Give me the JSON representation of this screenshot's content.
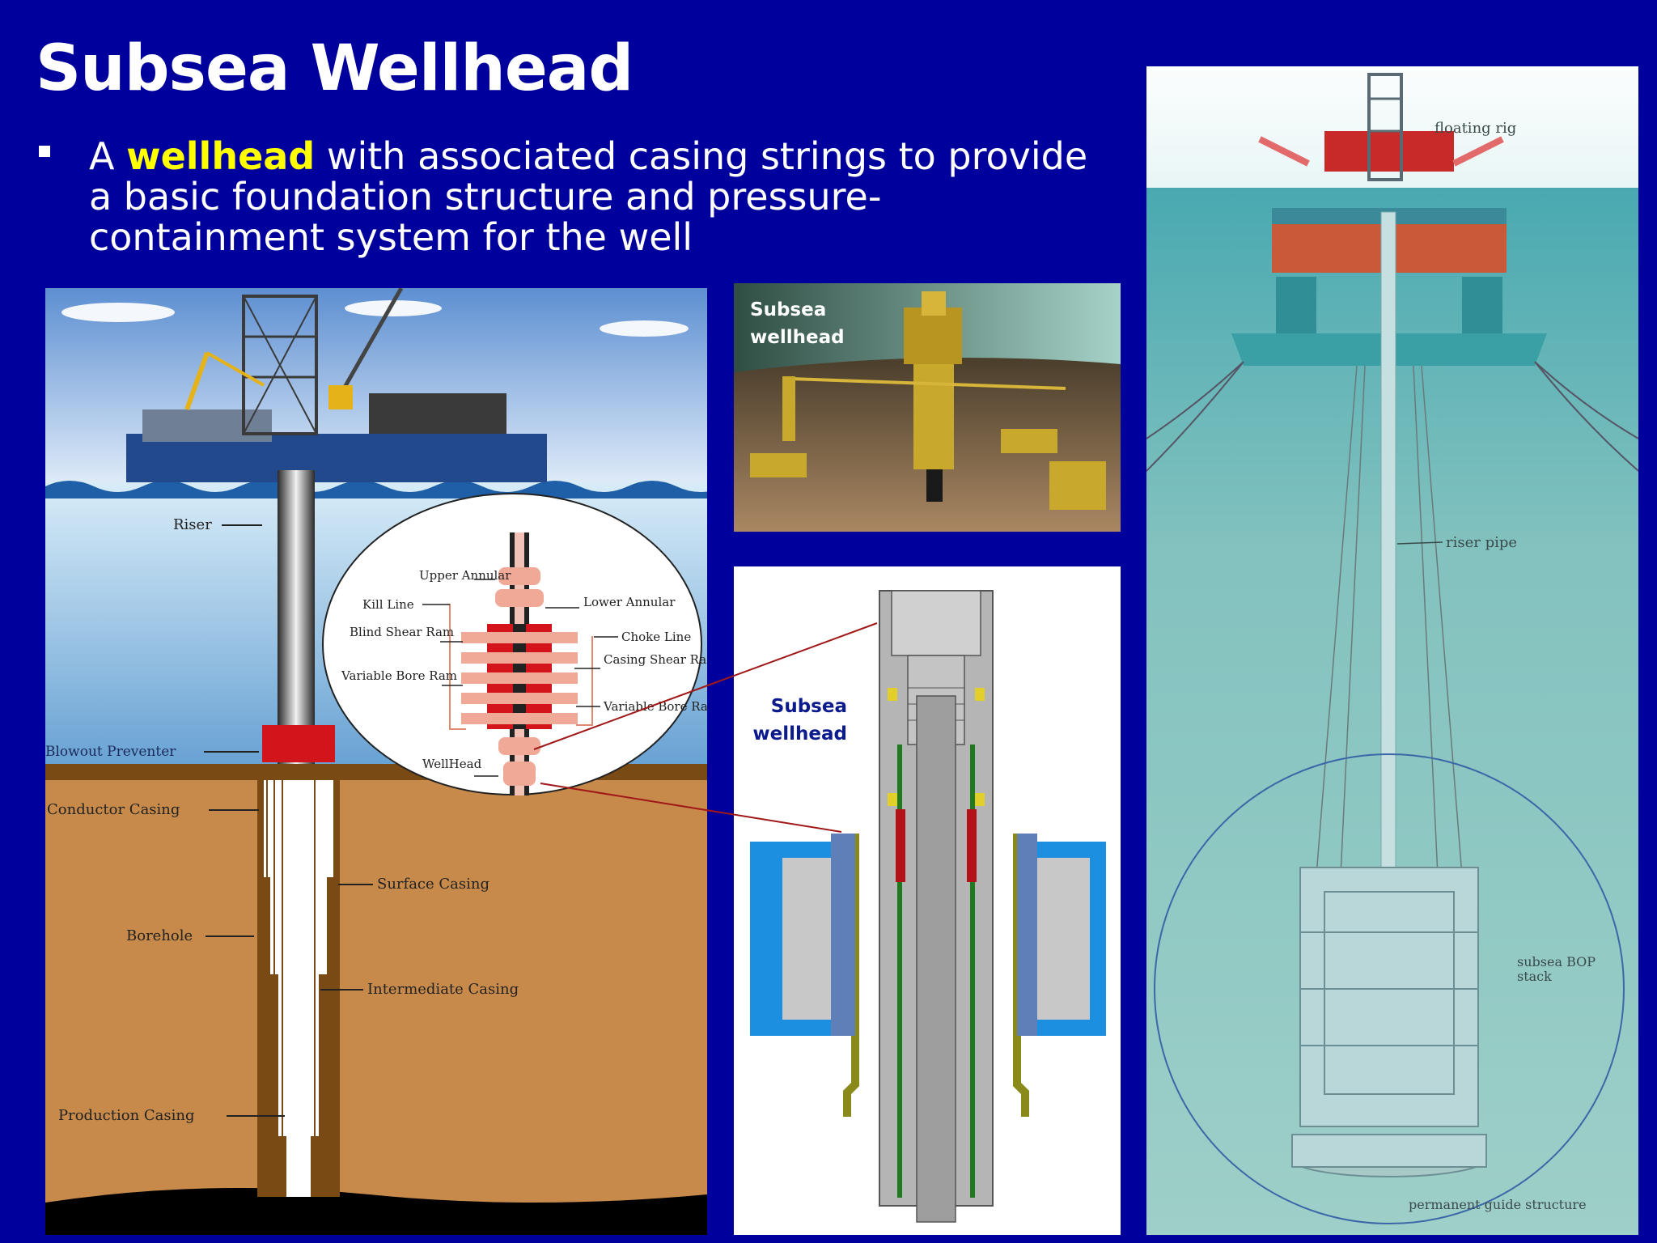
{
  "slide": {
    "title": "Subsea Wellhead",
    "bullet": {
      "pre": "A ",
      "highlight": "wellhead",
      "post": " with associated casing strings to provide a basic foundation structure and pressure-containment system for the well"
    }
  },
  "left_diagram": {
    "labels": {
      "riser": "Riser",
      "blowout_preventer": "Blowout Preventer",
      "conductor_casing": "Conductor Casing",
      "surface_casing": "Surface Casing",
      "borehole": "Borehole",
      "intermediate_casing": "Intermediate Casing",
      "production_casing": "Production Casing"
    },
    "bop_callout": {
      "upper_annular": "Upper Annular",
      "lower_annular": "Lower Annular",
      "kill_line": "Kill Line",
      "blind_shear_ram": "Blind Shear Ram",
      "choke_line": "Choke Line",
      "casing_shear_ram": "Casing Shear Ram",
      "variable_bore_ram_left": "Variable Bore Ram",
      "variable_bore_ram_right": "Variable Bore Ram",
      "wellhead": "WellHead"
    }
  },
  "top_middle_photo": {
    "label_line1": "Subsea",
    "label_line2": "wellhead"
  },
  "bottom_middle_drawing": {
    "label_line1": "Subsea",
    "label_line2": "wellhead"
  },
  "right_illustration": {
    "floating_rig": "floating rig",
    "riser_pipe": "riser pipe",
    "bop_stack_line1": "subsea BOP",
    "bop_stack_line2": "stack",
    "guide_structure": "permanent guide structure"
  },
  "colors": {
    "background": "#00009c",
    "title": "#ffffff",
    "highlight": "#ffff00",
    "wellhead_label": "#0b1a8c"
  }
}
